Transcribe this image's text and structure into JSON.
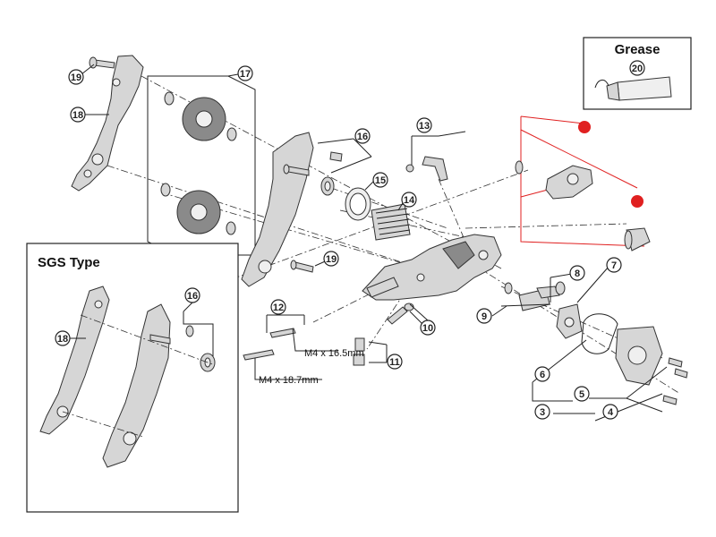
{
  "grease_box": {
    "title": "Grease",
    "part_number": "20"
  },
  "sgs_box": {
    "title": "SGS Type"
  },
  "callouts": {
    "p3": "3",
    "p4": "4",
    "p5": "5",
    "p6": "6",
    "p7": "7",
    "p8": "8",
    "p9": "9",
    "p10": "10",
    "p11": "11",
    "p12": "12",
    "p13": "13",
    "p14": "14",
    "p15": "15",
    "p16": "16",
    "p16_sgs": "16",
    "p17": "17",
    "p18": "18",
    "p18_sgs": "18",
    "p19_top": "19",
    "p19_mid": "19"
  },
  "bolt_labels": {
    "short": "M4 x 16.5mm",
    "long": "M4 x 18.7mm"
  },
  "colors": {
    "highlight": "#e02020",
    "line": "#222222"
  }
}
